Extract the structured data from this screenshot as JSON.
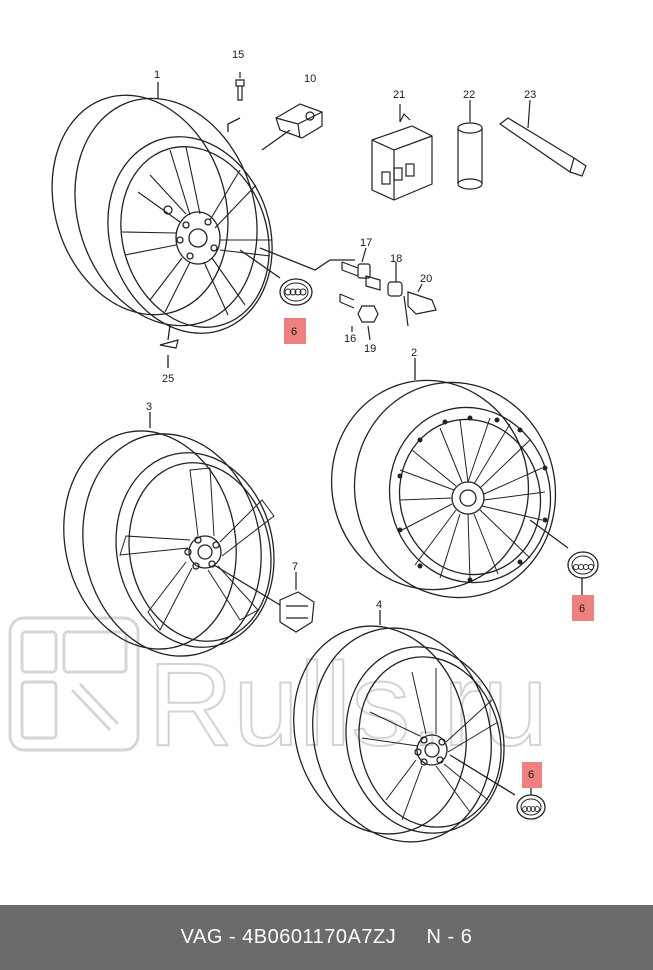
{
  "watermark": {
    "text": "Rulls.ru"
  },
  "callouts": {
    "c1": "1",
    "c2": "2",
    "c3": "3",
    "c4": "4",
    "c7": "7",
    "c10": "10",
    "c15": "15",
    "c16": "16",
    "c17": "17",
    "c18": "18",
    "c19": "19",
    "c20": "20",
    "c21": "21",
    "c22": "22",
    "c23": "23",
    "c25": "25",
    "c6_primary": "6",
    "c6_secondary": "6",
    "c6_tertiary": "6"
  },
  "highlight_color": "#f08080",
  "footer": {
    "part_label": "VAG - 4B0601170A7ZJ",
    "separator": "     ",
    "position_label": "N - 6"
  }
}
